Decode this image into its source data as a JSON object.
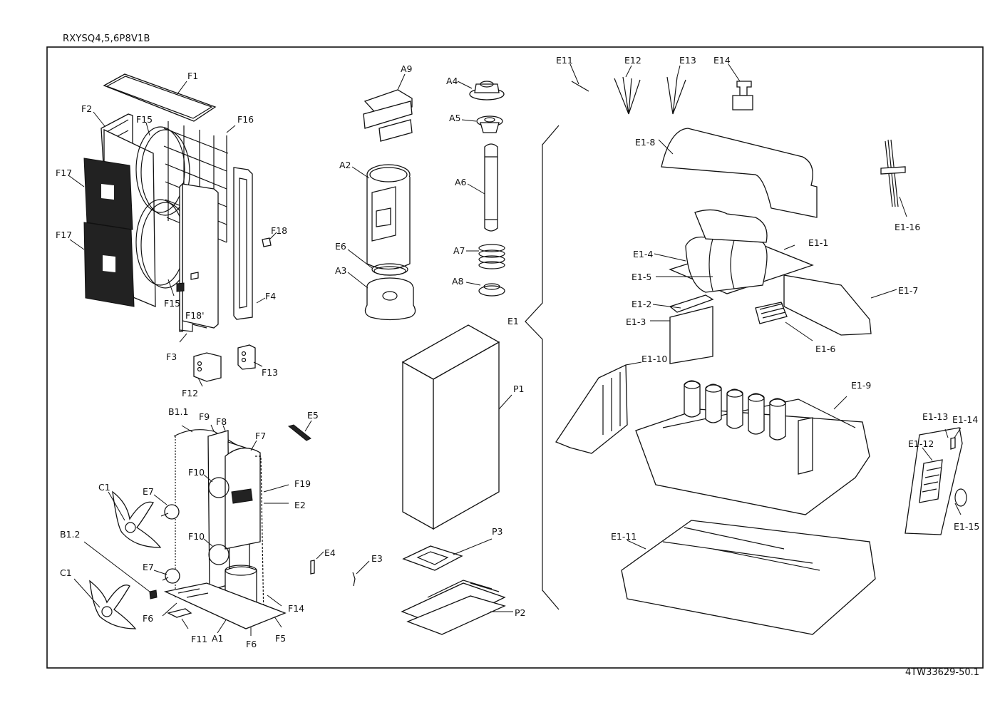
{
  "sheet": {
    "model": "RXYSQ4,5,6P8V1B",
    "document_number": "4TW33629-50.1"
  },
  "labels": {
    "F1": "F1",
    "F2": "F2",
    "F3": "F3",
    "F4": "F4",
    "F5": "F5",
    "F6a": "F6",
    "F6b": "F6",
    "F7": "F7",
    "F8": "F8",
    "F9": "F9",
    "F10a": "F10",
    "F10b": "F10",
    "F11": "F11",
    "F12": "F12",
    "F13": "F13",
    "F14": "F14",
    "F15a": "F15",
    "F15b": "F15",
    "F16": "F16",
    "F17a": "F17",
    "F17b": "F17",
    "F18a": "F18",
    "F18b": "F18'",
    "F19": "F19",
    "A1": "A1",
    "A2": "A2",
    "A3": "A3",
    "A4": "A4",
    "A5": "A5",
    "A6": "A6",
    "A7": "A7",
    "A8": "A8",
    "A9": "A9",
    "B11": "B1.1",
    "B12": "B1.2",
    "C1a": "C1",
    "C1b": "C1",
    "E1": "E1",
    "E2": "E2",
    "E3": "E3",
    "E4": "E4",
    "E5": "E5",
    "E6": "E6",
    "E7a": "E7",
    "E7b": "E7",
    "E11": "E11",
    "E12": "E12",
    "E13": "E13",
    "E14": "E14",
    "E1_1": "E1-1",
    "E1_2": "E1-2",
    "E1_3": "E1-3",
    "E1_4": "E1-4",
    "E1_5": "E1-5",
    "E1_6": "E1-6",
    "E1_7": "E1-7",
    "E1_8": "E1-8",
    "E1_9": "E1-9",
    "E1_10": "E1-10",
    "E1_11": "E1-11",
    "E1_12": "E1-12",
    "E1_13": "E1-13",
    "E1_14": "E1-14",
    "E1_15": "E1-15",
    "E1_16": "E1-16",
    "P1": "P1",
    "P2": "P2",
    "P3": "P3"
  }
}
